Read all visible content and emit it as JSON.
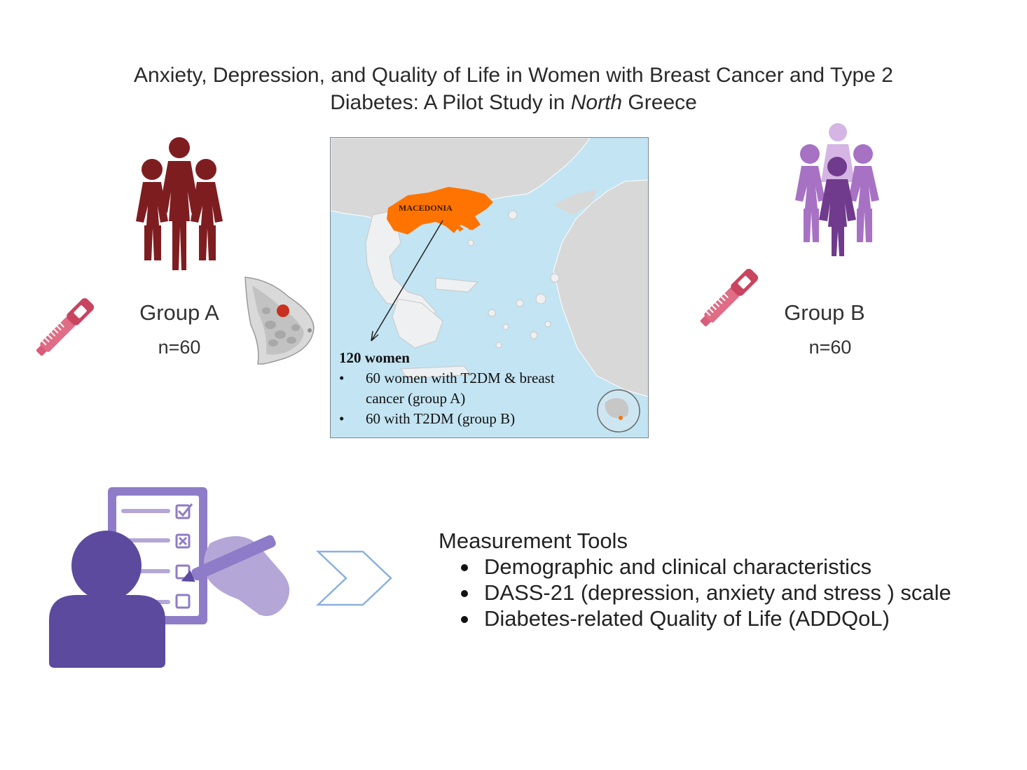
{
  "title": {
    "line1": "Anxiety, Depression, and Quality of Life in Women with Breast Cancer and Type 2",
    "line2_before": "Diabetes: A Pilot Study in ",
    "line2_italic": "North",
    "line2_after": " Greece"
  },
  "group_a": {
    "label": "Group A",
    "n": "n=60",
    "icon_color": "#7e1d20"
  },
  "group_b": {
    "label": "Group B",
    "n": "n=60",
    "icon_color": "#8e4fa3"
  },
  "map": {
    "region_label": "MACEDONIA",
    "region_color": "#ff7300",
    "caption_title": "120 women",
    "caption_items": [
      "60 women with T2DM & breast cancer (group A)",
      "60 with T2DM (group B)"
    ]
  },
  "measurement": {
    "title": "Measurement Tools",
    "items": [
      "Demographic and clinical characteristics",
      "DASS-21 (depression, anxiety and stress ) scale",
      "Diabetes-related Quality of Life (ADDQoL)"
    ]
  },
  "icons": {
    "pen": "insulin-pen-icon",
    "breast": "breast-tumor-icon",
    "questionnaire": "questionnaire-icon",
    "arrow": "chevron-arrow-icon",
    "globe": "globe-icon"
  },
  "colors": {
    "insulin_pen": "#d95c78",
    "questionnaire_dark": "#5b4a9e",
    "questionnaire_light": "#b5a6d8",
    "arrow_outline": "#8ab0df"
  }
}
